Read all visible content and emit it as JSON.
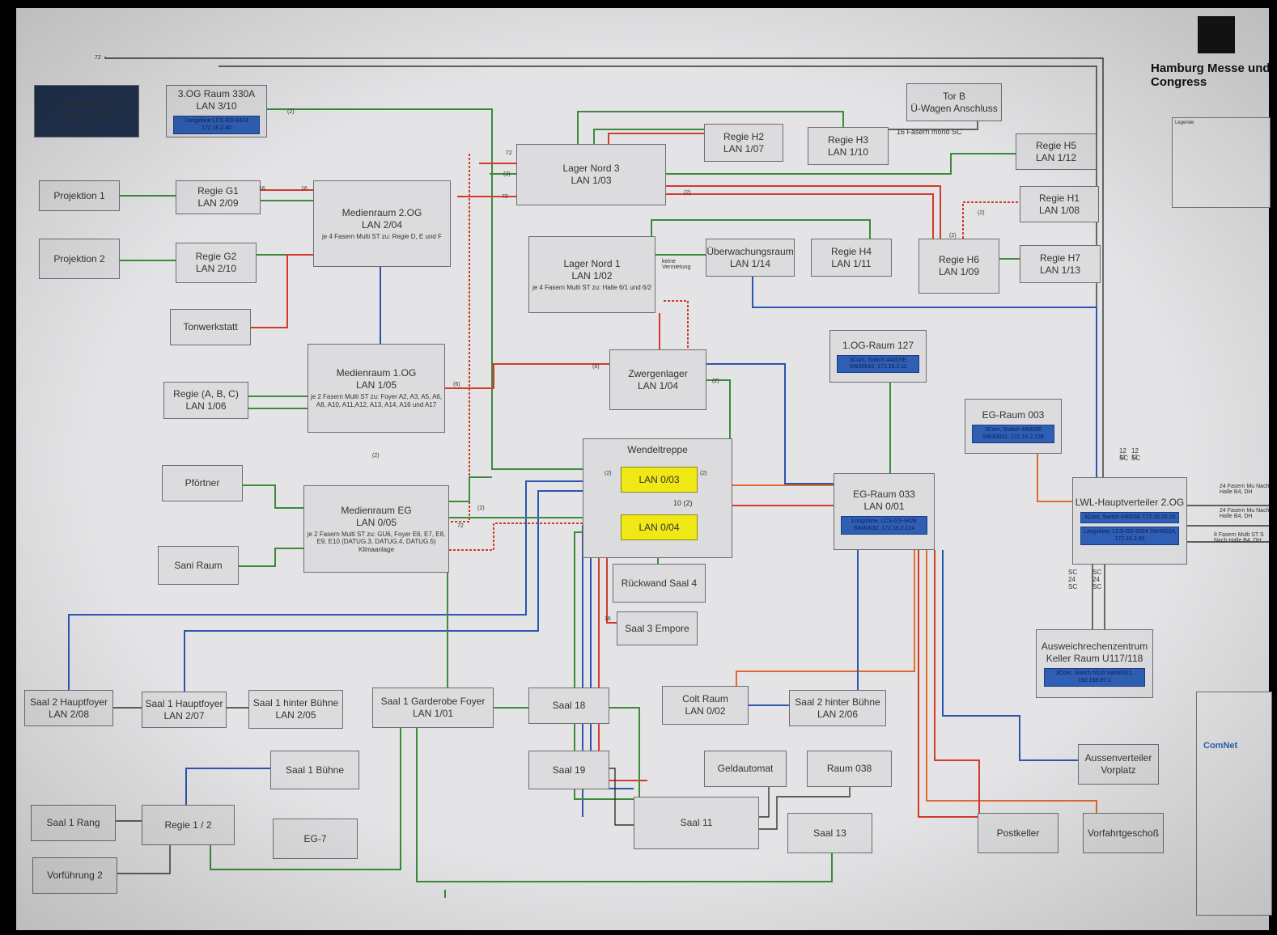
{
  "brand": {
    "name": "Hamburg Messe und Congress"
  },
  "legend_title": "Legende",
  "title_block": {
    "company": "ComNet"
  },
  "fiber_notes": {
    "tor_b": "16 Fasern mono SC",
    "right_1": "24 Fasern Mu Nach Halle B4, DH",
    "right_2": "24 Fasern Mu Nach Halle B4, DH",
    "right_3": "8 Fasern Multi ST S Nach Halle B4, DH",
    "keine_verm": "keine Vermietung",
    "lan_link": "10 (2)",
    "sc_12_left": "12 SC",
    "sc_12_right": "12 SC",
    "sc_24_left": "SC 24 SC",
    "sc_24_right": "SC 24 SC"
  },
  "link_labels": [
    "72",
    "(2)",
    "72",
    "(2)",
    "16",
    "16",
    "72",
    "(6)",
    "(6)",
    "(2)",
    "(2)",
    "72",
    "(2)",
    "(2)",
    "(2)",
    "(2)",
    "(2)",
    "16",
    "(2)",
    "(2)",
    "12",
    "12"
  ],
  "nodes": [
    {
      "id": "og3_314",
      "title": "3.OG Raum 314",
      "sub": "LAN 3/09"
    },
    {
      "id": "og3_330",
      "title": "3.OG Raum 330A",
      "sub": "LAN 3/10",
      "switch": "Longshine LCS-GS-9424 172.16.2.40"
    },
    {
      "id": "proj1",
      "title": "Projektion 1"
    },
    {
      "id": "proj2",
      "title": "Projektion 2"
    },
    {
      "id": "regie_g1",
      "title": "Regie G1",
      "sub": "LAN 2/09"
    },
    {
      "id": "regie_g2",
      "title": "Regie G2",
      "sub": "LAN 2/10"
    },
    {
      "id": "tonwerk",
      "title": "Tonwerkstatt"
    },
    {
      "id": "medien2",
      "title": "Medienraum 2.OG",
      "sub": "LAN 2/04",
      "note": "je 4 Fasern Multi ST zu: Regie D, E und F"
    },
    {
      "id": "lager3",
      "title": "Lager Nord 3",
      "sub": "LAN 1/03"
    },
    {
      "id": "lager1",
      "title": "Lager Nord 1",
      "sub": "LAN 1/02",
      "note": "je 4 Fasern Multi ST zu: Halle 6/1 und 6/2"
    },
    {
      "id": "regie_h2",
      "title": "Regie H2",
      "sub": "LAN 1/07"
    },
    {
      "id": "regie_h3",
      "title": "Regie H3",
      "sub": "LAN 1/10"
    },
    {
      "id": "torb",
      "title": "Tor B",
      "sub": "Ü-Wagen Anschluss"
    },
    {
      "id": "regie_h5",
      "title": "Regie H5",
      "sub": "LAN 1/12"
    },
    {
      "id": "regie_h1",
      "title": "Regie H1",
      "sub": "LAN 1/08"
    },
    {
      "id": "ueberw",
      "title": "Überwachungsraum",
      "sub": "LAN 1/14"
    },
    {
      "id": "regie_h4",
      "title": "Regie H4",
      "sub": "LAN 1/11"
    },
    {
      "id": "regie_h6",
      "title": "Regie H6",
      "sub": "LAN 1/09"
    },
    {
      "id": "regie_h7",
      "title": "Regie H7",
      "sub": "LAN 1/13"
    },
    {
      "id": "regie_abc",
      "title": "Regie (A, B, C)",
      "sub": "LAN 1/06"
    },
    {
      "id": "medien1",
      "title": "Medienraum 1.OG",
      "sub": "LAN 1/05",
      "note": "je 2 Fasern Multi ST zu: Foyer A2, A3, A5, A6, A8, A10, A11,A12, A13, A14, A16 und A17"
    },
    {
      "id": "zwergen",
      "title": "Zwergenlager",
      "sub": "LAN 1/04"
    },
    {
      "id": "og1_127",
      "title": "1.OG-Raum 127",
      "switch": "3Com, Switch 4400SE SW30010, 172.16.2.11"
    },
    {
      "id": "eg_003",
      "title": "EG-Raum 003",
      "switch": "3Com, Switch 4400SE SW30001, 172.16.2.128"
    },
    {
      "id": "pfoertner",
      "title": "Pförtner"
    },
    {
      "id": "sani",
      "title": "Sani Raum"
    },
    {
      "id": "medieneg",
      "title": "Medienraum EG",
      "sub": "LAN 0/05",
      "note": "je 2 Fasern Multi ST zu: GU6, Foyer E6, E7, E8, E9, E10 (DATUG.3, DATUG.4, DATUG.5) Klimaanlage"
    },
    {
      "id": "wendel",
      "title": "Wendeltreppe"
    },
    {
      "id": "lan003",
      "title": "LAN 0/03"
    },
    {
      "id": "lan004",
      "title": "LAN 0/04"
    },
    {
      "id": "egraum033",
      "title": "EG-Raum 033",
      "sub": "LAN 0/01",
      "switch": "Longshine, LCS-GS-9428 SW40032, 172.16.2.124"
    },
    {
      "id": "lwl",
      "title": "LWL-Hauptverteiler 2.OG",
      "switch": "3Com, Switch 4400SE 172.16.20.25",
      "switch2": "Longshine, LCS-GS-9324 SW40024, 172.16.2.85"
    },
    {
      "id": "rueck",
      "title": "Rückwand Saal 4"
    },
    {
      "id": "saal3emp",
      "title": "Saal 3 Empore"
    },
    {
      "id": "ausweich",
      "title": "Ausweichrechenzentrum",
      "sub": "Keller Raum U117/118",
      "switch": "3Com, Switch 5510 SW00002, 192.168.97.1"
    },
    {
      "id": "saal2hf",
      "title": "Saal 2 Hauptfoyer",
      "sub": "LAN 2/08"
    },
    {
      "id": "saal1hf",
      "title": "Saal 1 Hauptfoyer",
      "sub": "LAN 2/07"
    },
    {
      "id": "saal1hb",
      "title": "Saal 1 hinter Bühne",
      "sub": "LAN 2/05"
    },
    {
      "id": "saal1gf",
      "title": "Saal 1 Garderobe Foyer",
      "sub": "LAN 1/01"
    },
    {
      "id": "saal18",
      "title": "Saal 18"
    },
    {
      "id": "colt",
      "title": "Colt Raum",
      "sub": "LAN 0/02"
    },
    {
      "id": "saal2hb",
      "title": "Saal 2 hinter Bühne",
      "sub": "LAN 2/06"
    },
    {
      "id": "saal1b",
      "title": "Saal 1 Bühne"
    },
    {
      "id": "saal19",
      "title": "Saal 19"
    },
    {
      "id": "geld",
      "title": "Geldautomat"
    },
    {
      "id": "raum038",
      "title": "Raum 038"
    },
    {
      "id": "aussen",
      "title": "Aussenverteiler",
      "sub": "Vorplatz"
    },
    {
      "id": "saal1rang",
      "title": "Saal 1 Rang"
    },
    {
      "id": "regie12",
      "title": "Regie 1 / 2"
    },
    {
      "id": "eg7",
      "title": "EG-7"
    },
    {
      "id": "saal11",
      "title": "Saal 11"
    },
    {
      "id": "saal13",
      "title": "Saal 13"
    },
    {
      "id": "postk",
      "title": "Postkeller"
    },
    {
      "id": "vorfahrt",
      "title": "Vorfahrtgeschoß"
    },
    {
      "id": "vorf2",
      "title": "Vorführung 2"
    }
  ],
  "colors": {
    "green": "#3c8a3a",
    "red": "#d23a2a",
    "blue": "#2b55b0",
    "orange": "#e06a2a",
    "black": "#333333"
  }
}
